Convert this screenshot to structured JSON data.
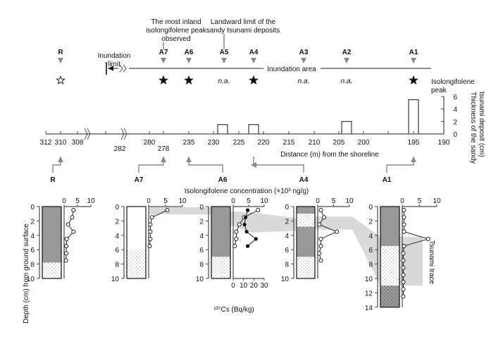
{
  "figure": {
    "annotations": {
      "inundation_limit": "Inundation limit",
      "most_inland_peak": "The most inland isolongifolene peak observed",
      "landward_limit": "Landward limit of the sandy tsunami deposits",
      "inundation_area": "Inundation area",
      "isolongifolene_peak": "Isolongifolene peak",
      "thickness_axis": "Thickness of the sandy tsunami deposit (cm)",
      "distance_axis": "Distance (m) from the shoreline",
      "concentration_axis": "Isolongifolene concentration (×10³ ng/g)",
      "depth_axis": "Depth (cm) from ground surface",
      "cs_axis": "¹³⁷Cs (Bq/kg)",
      "tsunami_trace": "Tsunami trace",
      "na": "n.a."
    },
    "sites": [
      "R",
      "A7",
      "A6",
      "A5",
      "A4",
      "A3",
      "A2",
      "A1"
    ],
    "peak_markers": {
      "R": "open-star",
      "A7": "filled-star",
      "A6": "filled-star",
      "A5": "n.a.",
      "A4": "filled-star",
      "A3": "n.a.",
      "A2": "n.a.",
      "A1": "filled-star"
    },
    "distance_ticks": [
      "312",
      "310",
      "308",
      "282",
      "280",
      "278",
      "235",
      "230",
      "225",
      "220",
      "215",
      "210",
      "205",
      "200",
      "195",
      "190"
    ],
    "thickness_ticks": [
      "0",
      "2",
      "4",
      "6"
    ],
    "profile_labels": [
      "R",
      "A7",
      "A6",
      "A4",
      "A1"
    ],
    "conc_ticks": [
      "0",
      "5",
      "10"
    ],
    "cs_ticks": [
      "0",
      "10",
      "20",
      "30"
    ],
    "depth_ticks": [
      "0",
      "2",
      "4",
      "6",
      "8",
      "10",
      "12",
      "14"
    ],
    "colors": {
      "mud": "#999999",
      "sand": "#ffffff",
      "gray_band": "#d9d9d9",
      "arrow_gray": "#888888"
    }
  },
  "chart_data": [
    {
      "type": "bar",
      "title": "",
      "xlabel": "Distance (m) from the shoreline",
      "ylabel": "Thickness of the sandy tsunami deposit (cm)",
      "categories": [
        "222",
        "218",
        "205",
        "195"
      ],
      "values": [
        1.5,
        1.5,
        2,
        5.5
      ],
      "ylim": [
        0,
        6
      ]
    },
    {
      "type": "line",
      "name": "R",
      "depth": [
        0.5,
        1.5,
        2.5,
        3.5,
        4.5,
        5.5,
        6.5,
        7.5
      ],
      "isolongifolene": [
        3.5,
        3,
        1.5,
        3.5,
        1,
        0.8,
        0.8,
        0.7
      ]
    },
    {
      "type": "line",
      "name": "A7",
      "depth": [
        0.5,
        1.5,
        2.5,
        3.5,
        4.5,
        5.5
      ],
      "isolongifolene": [
        5.5,
        1,
        0.5,
        0.5,
        0.5,
        0.3
      ]
    },
    {
      "type": "line",
      "name": "A6",
      "depth": [
        0.5,
        1.5,
        2.5,
        3.5,
        4.5,
        5.5
      ],
      "isolongifolene": [
        8,
        3.5,
        2,
        1,
        1,
        0.5
      ],
      "cs137": [
        14,
        12,
        11,
        13,
        22,
        14
      ]
    },
    {
      "type": "line",
      "name": "A4",
      "depth": [
        0.5,
        1.5,
        2.5,
        3.5,
        4.5,
        5.5,
        6.5,
        7.5
      ],
      "isolongifolene": [
        1,
        2,
        0.5,
        6,
        1,
        1,
        0.5,
        1
      ]
    },
    {
      "type": "line",
      "name": "A1",
      "depth": [
        0.5,
        1.5,
        2.5,
        3.5,
        4.5,
        5.5,
        6.5,
        7.5,
        8.5,
        9.5,
        10.5,
        11.5,
        12.5
      ],
      "isolongifolene": [
        0.5,
        0.5,
        0.5,
        0.5,
        7.5,
        0.5,
        0.3,
        0.3,
        0.3,
        0.3,
        0.3,
        0.3,
        0.3
      ]
    }
  ]
}
